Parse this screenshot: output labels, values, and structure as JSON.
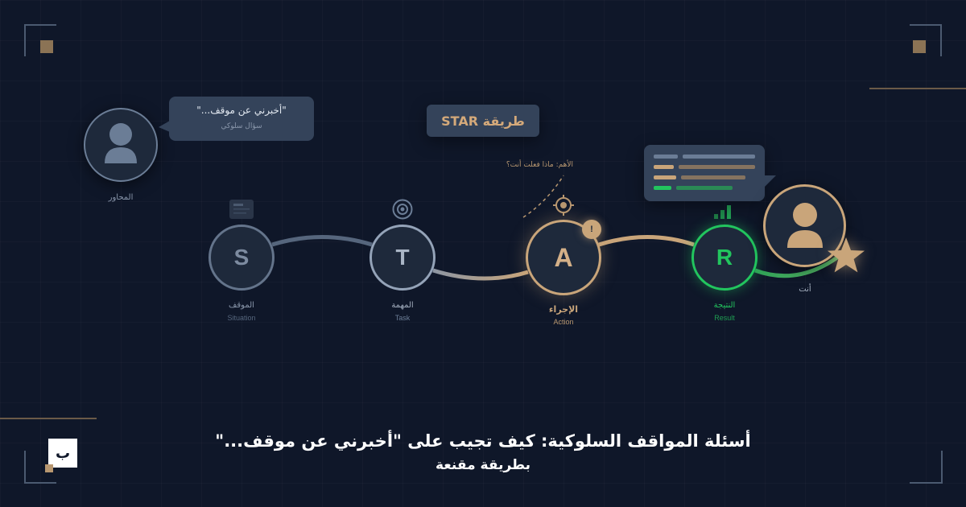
{
  "colors": {
    "background": "#0f1729",
    "gold": "#c9a57a",
    "green": "#22c55e",
    "slate": "#64748b",
    "card": "#34435a"
  },
  "interviewer": {
    "label": "المحاور",
    "icon": "user-icon",
    "bubble": {
      "question": "\"أخبرني عن موقف...\"",
      "caption": "سؤال سلوكي"
    }
  },
  "method_badge": {
    "label": "طريقة STAR"
  },
  "action_hint": "الأهم: ماذا فعلت أنت؟",
  "steps": [
    {
      "letter": "S",
      "label_ar": "الموقف",
      "label_en": "Situation",
      "icon": "document-icon"
    },
    {
      "letter": "T",
      "label_ar": "المهمة",
      "label_en": "Task",
      "icon": "target-icon"
    },
    {
      "letter": "A",
      "label_ar": "الإجراء",
      "label_en": "Action",
      "icon": "crosshair-icon",
      "badge": "!"
    },
    {
      "letter": "R",
      "label_ar": "النتيجة",
      "label_en": "Result",
      "icon": "bar-chart-icon"
    }
  ],
  "candidate": {
    "label": "أنت",
    "icon": "user-icon",
    "reward_icon": "star-icon"
  },
  "heading": {
    "title": "أسئلة المواقف السلوكية: كيف تجيب على \"أخبرني عن موقف...\"",
    "subtitle": "بطريقة مقنعة"
  },
  "logo": {
    "letter": "ب"
  }
}
